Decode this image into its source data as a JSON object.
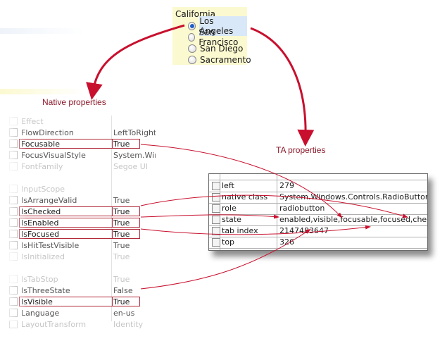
{
  "california": {
    "title": "California",
    "options": [
      {
        "label": "Los Angeles",
        "checked": true
      },
      {
        "label": "San Francisco",
        "checked": false
      },
      {
        "label": "San Diego",
        "checked": false
      },
      {
        "label": "Sacramento",
        "checked": false
      }
    ]
  },
  "captions": {
    "native": "Native properties",
    "ta": "TA properties"
  },
  "native": {
    "rows": [
      {
        "name": "Effect",
        "value": "",
        "style": "dim"
      },
      {
        "name": "FlowDirection",
        "value": "LeftToRight",
        "style": "mid"
      },
      {
        "name": "Focusable",
        "value": "True",
        "style": "highlight"
      },
      {
        "name": "FocusVisualStyle",
        "value": "System.Wind",
        "style": "mid"
      },
      {
        "name": "FontFamily",
        "value": "Segoe UI",
        "style": "dim"
      },
      {
        "name": "",
        "value": "",
        "style": "dim"
      },
      {
        "name": "InputScope",
        "value": "",
        "style": "dim"
      },
      {
        "name": "IsArrangeValid",
        "value": "True",
        "style": "mid"
      },
      {
        "name": "IsChecked",
        "value": "True",
        "style": "highlight"
      },
      {
        "name": "IsEnabled",
        "value": "True",
        "style": "highlight"
      },
      {
        "name": "IsFocused",
        "value": "True",
        "style": "highlight"
      },
      {
        "name": "IsHitTestVisible",
        "value": "True",
        "style": "mid"
      },
      {
        "name": "IsInitialized",
        "value": "True",
        "style": "dim"
      },
      {
        "name": "",
        "value": "",
        "style": "dim"
      },
      {
        "name": "IsTabStop",
        "value": "True",
        "style": "dim"
      },
      {
        "name": "IsThreeState",
        "value": "False",
        "style": "mid"
      },
      {
        "name": "IsVisible",
        "value": "True",
        "style": "highlight"
      },
      {
        "name": "Language",
        "value": "en-us",
        "style": "mid"
      },
      {
        "name": "LayoutTransform",
        "value": "Identity",
        "style": "dim"
      }
    ]
  },
  "ta": {
    "rows": [
      {
        "name": "left",
        "value": "279"
      },
      {
        "name": "native class",
        "value": "System.Windows.Controls.RadioButton"
      },
      {
        "name": "role",
        "value": "radiobutton"
      },
      {
        "name": "state",
        "value": "enabled,visible,focusable,focused,checked"
      },
      {
        "name": "tab index",
        "value": "2147483647"
      },
      {
        "name": "top",
        "value": "326"
      }
    ]
  },
  "colors": {
    "arrow": "#c8102e",
    "caption": "#8b1a2b",
    "group_background": "#fbf9d0",
    "highlight_border": "#b02a3a"
  },
  "icons": [
    "radio-button-icon",
    "checkbox-icon",
    "arrow-icon"
  ]
}
